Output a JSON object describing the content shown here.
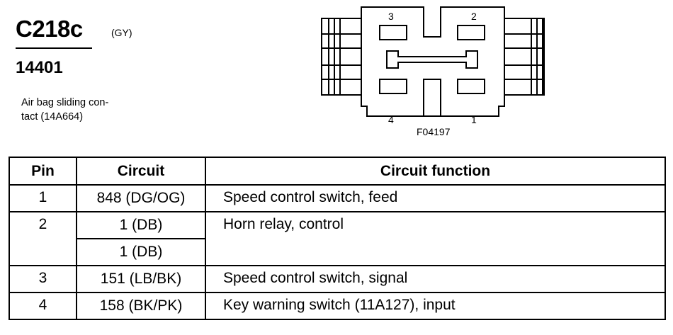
{
  "connector": {
    "id": "C218c",
    "color": "(GY)",
    "part_number": "14401",
    "description_line1": "Air bag sliding con-",
    "description_line2": "tact (14A664)",
    "figure_id": "F04197",
    "pin_labels": {
      "p1": "1",
      "p2": "2",
      "p3": "3",
      "p4": "4"
    }
  },
  "table": {
    "headers": {
      "pin": "Pin",
      "circuit": "Circuit",
      "function": "Circuit function"
    },
    "rows": [
      {
        "pin": "1",
        "circuits": [
          "848 (DG/OG)"
        ],
        "function": "Speed control switch, feed"
      },
      {
        "pin": "2",
        "circuits": [
          "1 (DB)",
          "1 (DB)"
        ],
        "function": "Horn relay, control"
      },
      {
        "pin": "3",
        "circuits": [
          "151 (LB/BK)"
        ],
        "function": "Speed control switch, signal"
      },
      {
        "pin": "4",
        "circuits": [
          "158 (BK/PK)"
        ],
        "function": "Key warning switch (11A127), input"
      }
    ]
  }
}
